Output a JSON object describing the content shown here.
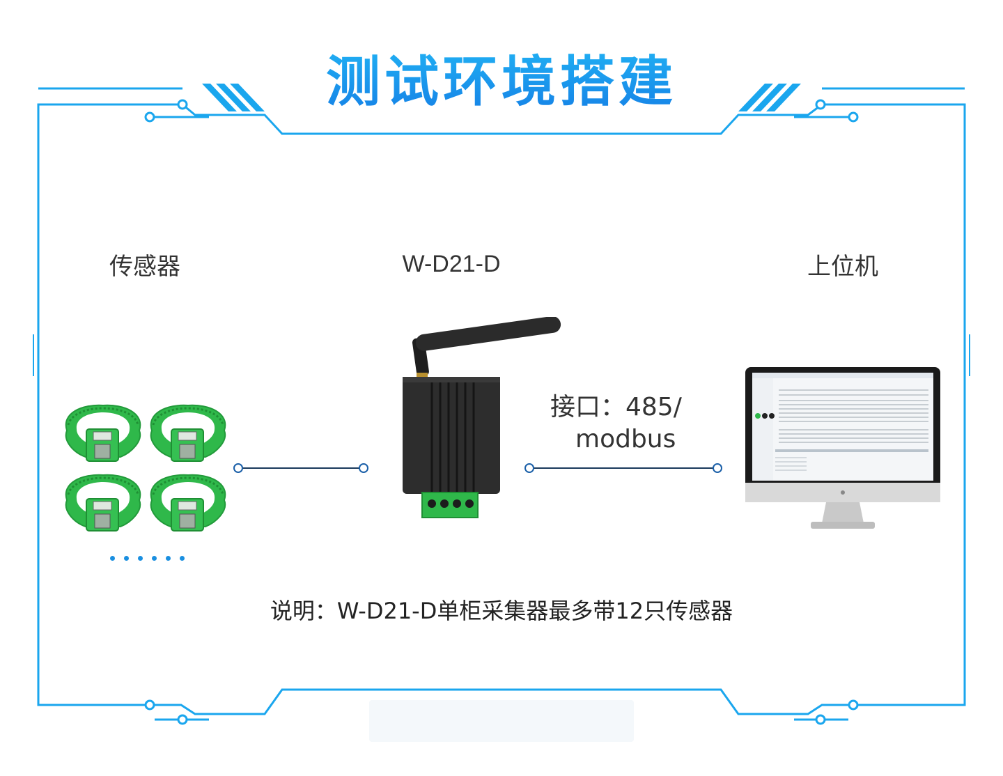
{
  "title": "测试环境搭建",
  "labels": {
    "sensor": "传感器",
    "collector": "W-D21-D",
    "host": "上位机"
  },
  "interface": {
    "line1": "接口：485/",
    "line2": "modbus"
  },
  "note": {
    "prefix": "说明：",
    "text": "W-D21-D单柜采集器最多带12只传感器"
  },
  "colors": {
    "frame": "#1aa6ee",
    "title_top": "#22b6f5",
    "title_bottom": "#1580e6",
    "sensor_green": "#2fb84a",
    "device_body": "#2a2a2a",
    "connector_line": "#1a5fa8"
  },
  "icons": [
    "sensor-strap-icon",
    "wireless-collector-device-icon",
    "monitor-computer-icon"
  ]
}
